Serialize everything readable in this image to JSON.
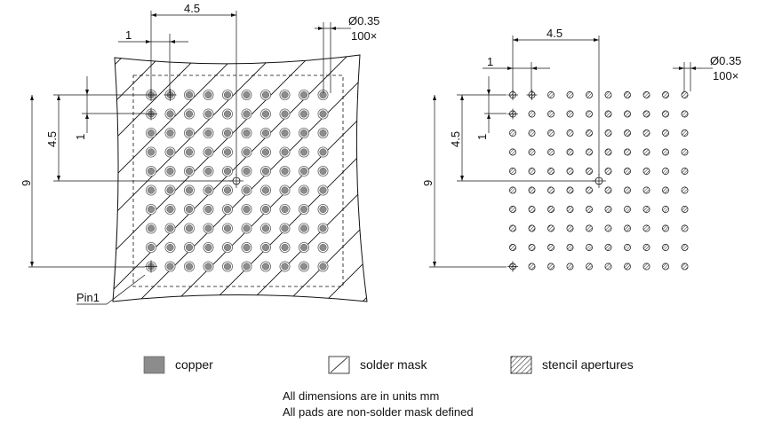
{
  "left_view": {
    "dim_pitch_top": "1",
    "dim_center_top": "4.5",
    "dim_hole": "Ø0.35",
    "dim_count": "100×",
    "dim_left_half": "4.5",
    "dim_left_full": "9",
    "dim_left_pitch": "1",
    "pin_label": "Pin1"
  },
  "right_view": {
    "dim_pitch_top": "1",
    "dim_center_top": "4.5",
    "dim_hole": "Ø0.35",
    "dim_count": "100×",
    "dim_left_half": "4.5",
    "dim_left_full": "9",
    "dim_left_pitch": "1"
  },
  "grid": {
    "rows": 10,
    "cols": 10
  },
  "legend": [
    {
      "label": "copper",
      "swatch": "copper"
    },
    {
      "label": "solder mask",
      "swatch": "solder-mask"
    },
    {
      "label": "stencil apertures",
      "swatch": "stencil"
    }
  ],
  "notes": [
    "All dimensions are in units mm",
    "All pads are non-solder mask defined"
  ],
  "colors": {
    "copper": "#8c8c8c",
    "ink": "#111111"
  }
}
